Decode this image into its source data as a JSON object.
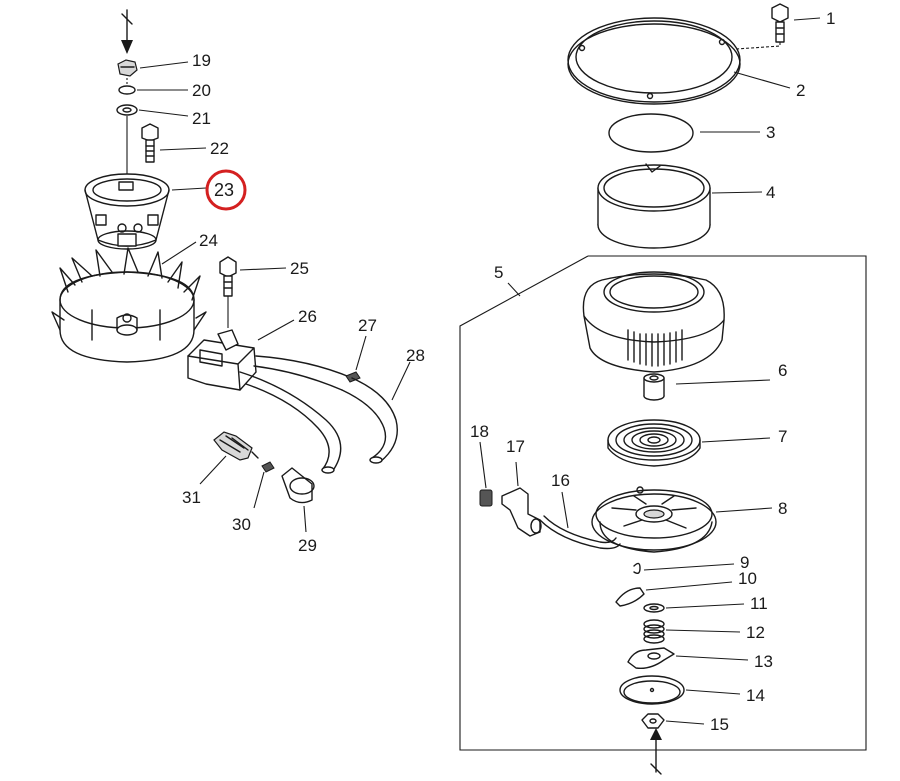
{
  "diagram": {
    "highlight_color": "#d42020",
    "highlighted_part": "23",
    "callouts": [
      {
        "id": "c1",
        "text": "1"
      },
      {
        "id": "c2",
        "text": "2"
      },
      {
        "id": "c3",
        "text": "3"
      },
      {
        "id": "c4",
        "text": "4"
      },
      {
        "id": "c5",
        "text": "5"
      },
      {
        "id": "c6",
        "text": "6"
      },
      {
        "id": "c7",
        "text": "7"
      },
      {
        "id": "c8",
        "text": "8"
      },
      {
        "id": "c9",
        "text": "9"
      },
      {
        "id": "c10",
        "text": "10"
      },
      {
        "id": "c11",
        "text": "11"
      },
      {
        "id": "c12",
        "text": "12"
      },
      {
        "id": "c13",
        "text": "13"
      },
      {
        "id": "c14",
        "text": "14"
      },
      {
        "id": "c15",
        "text": "15"
      },
      {
        "id": "c16",
        "text": "16"
      },
      {
        "id": "c17",
        "text": "17"
      },
      {
        "id": "c18",
        "text": "18"
      },
      {
        "id": "c19",
        "text": "19"
      },
      {
        "id": "c20",
        "text": "20"
      },
      {
        "id": "c21",
        "text": "21"
      },
      {
        "id": "c22",
        "text": "22"
      },
      {
        "id": "c23",
        "text": "23"
      },
      {
        "id": "c24",
        "text": "24"
      },
      {
        "id": "c25",
        "text": "25"
      },
      {
        "id": "c26",
        "text": "26"
      },
      {
        "id": "c27",
        "text": "27"
      },
      {
        "id": "c28",
        "text": "28"
      },
      {
        "id": "c29",
        "text": "29"
      },
      {
        "id": "c30",
        "text": "30"
      },
      {
        "id": "c31",
        "text": "31"
      }
    ]
  }
}
